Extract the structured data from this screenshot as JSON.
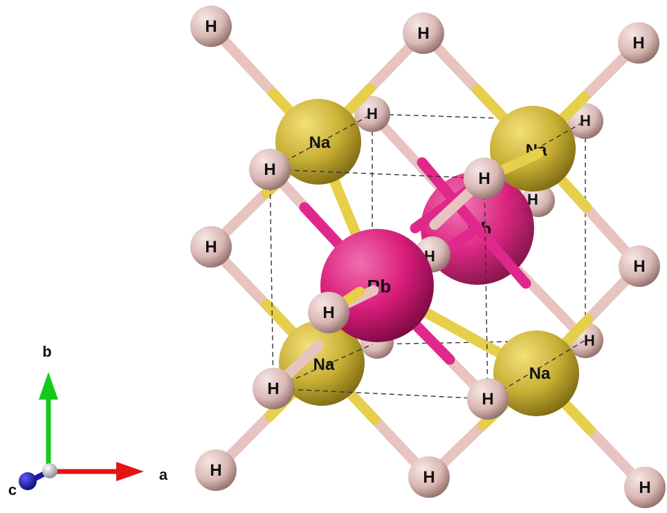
{
  "atoms": {
    "na": {
      "label": "Na",
      "color": "#c9b035",
      "highlight": "#f4e07a",
      "shade": "#7d6a12"
    },
    "rb": {
      "label": "Rb",
      "color": "#d81b7a",
      "highlight": "#f26fb0",
      "shade": "#7a0a40"
    },
    "h": {
      "label": "H",
      "color": "#d9b8b4",
      "highlight": "#f6e7e5",
      "shade": "#8e6c68"
    }
  },
  "bond_colors": {
    "h": "#e8c4c0",
    "na": "#e6cf4a",
    "rb": "#e0288c"
  },
  "axes": {
    "a": {
      "label": "a",
      "color": "#e01515"
    },
    "b": {
      "label": "b",
      "color": "#18c818"
    },
    "c": {
      "label": "c",
      "color": "#1a1aa6"
    },
    "origin_color": "#c9c9c9"
  },
  "cell_line_color": "#333333"
}
